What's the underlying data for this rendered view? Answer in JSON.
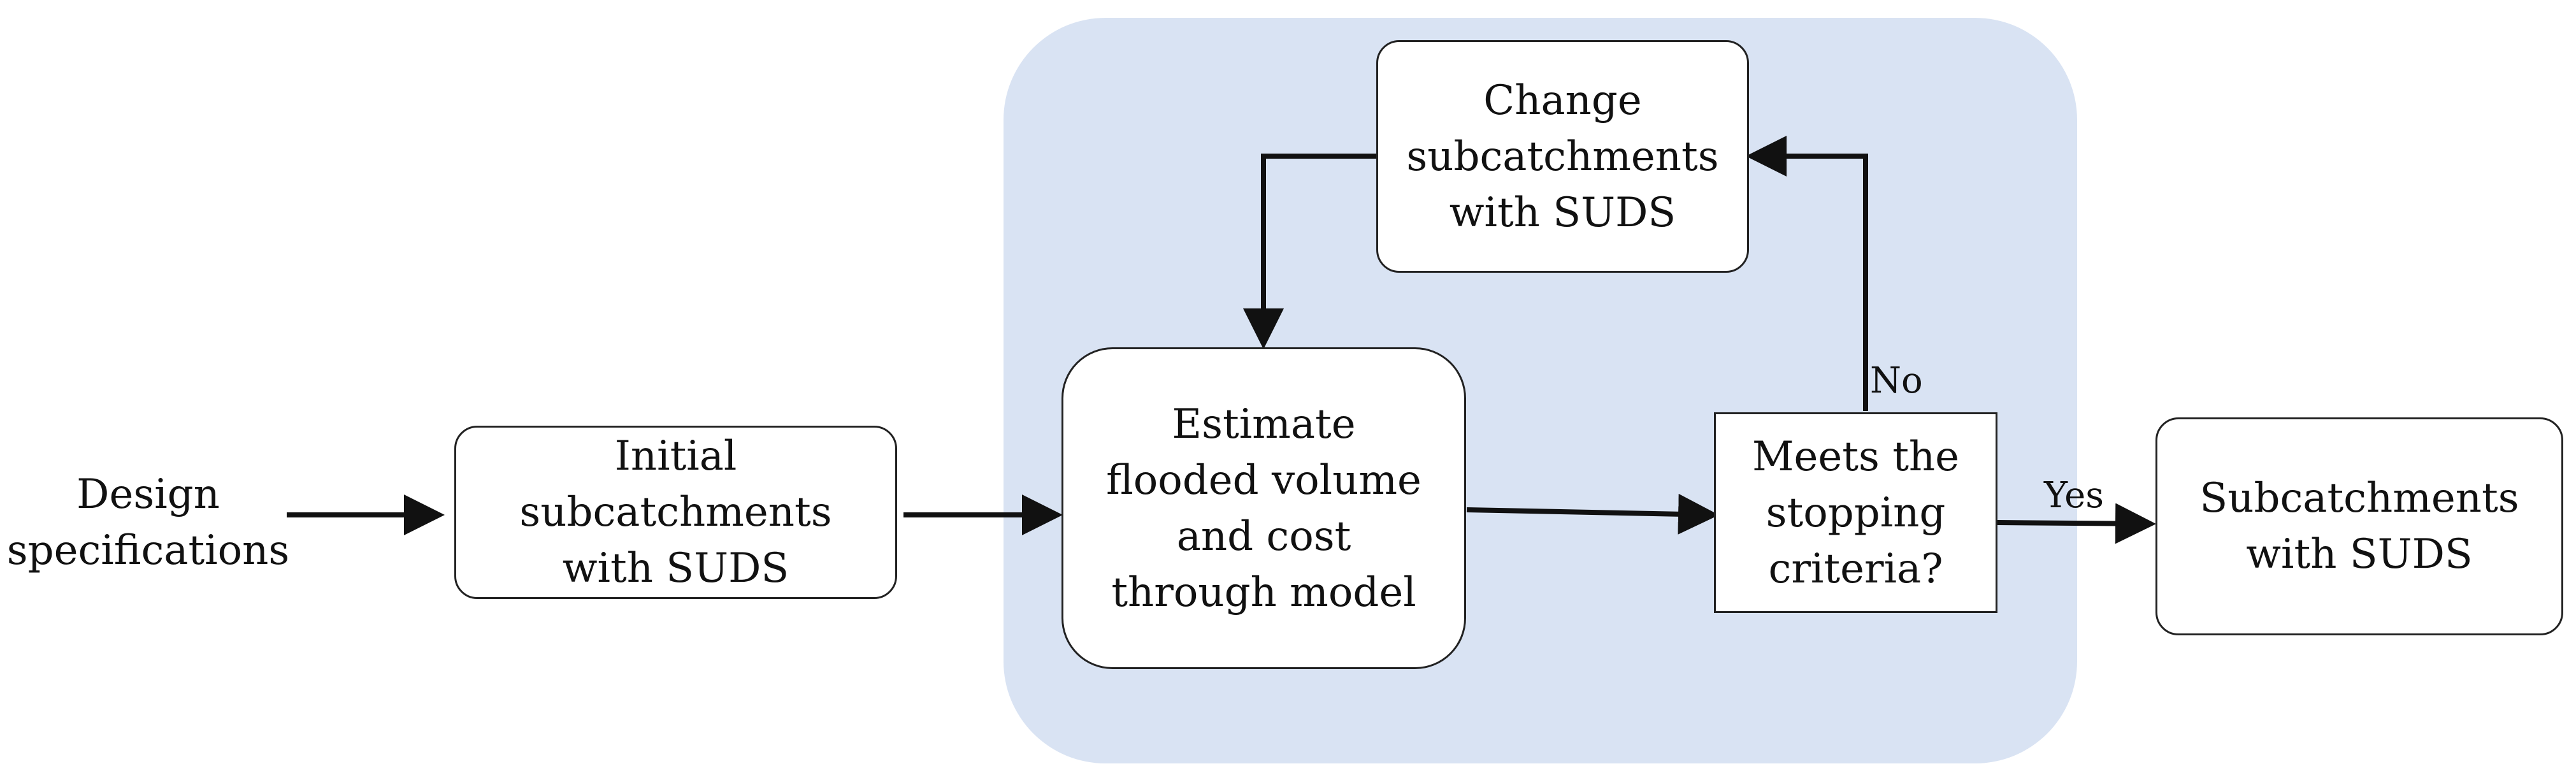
{
  "nodes": {
    "design_specifications": "Design\nspecifications",
    "initial_subcatchments": "Initial\nsubcatchments\nwith SUDS",
    "estimate_flooded_volume": "Estimate\nflooded volume\nand cost\nthrough model",
    "change_subcatchments": "Change\nsubcatchments\nwith SUDS",
    "meets_stopping_criteria": "Meets the\nstopping\ncriteria?",
    "subcatchments_with_suds": "Subcatchments\nwith SUDS"
  },
  "edge_labels": {
    "no": "No",
    "yes": "Yes"
  },
  "colors": {
    "loop_panel": "#d9e3f3",
    "arrow": "#111111"
  }
}
